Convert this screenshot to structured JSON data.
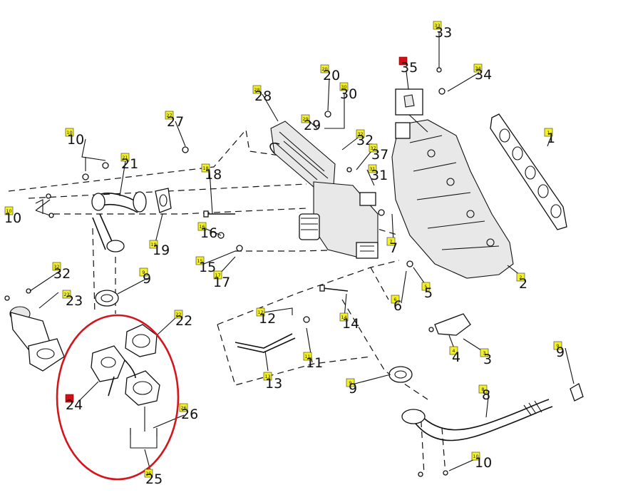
{
  "diagram": {
    "highlight_color": "#d3161c",
    "tag_color": "#f5f224",
    "watermark": "",
    "callouts": [
      {
        "id": "c1",
        "label": "1",
        "red": false
      },
      {
        "id": "c2",
        "label": "2",
        "red": false
      },
      {
        "id": "c3",
        "label": "3",
        "red": false
      },
      {
        "id": "c4",
        "label": "4",
        "red": false
      },
      {
        "id": "c5",
        "label": "5",
        "red": false
      },
      {
        "id": "c6",
        "label": "6",
        "red": false
      },
      {
        "id": "c7",
        "label": "7",
        "red": false
      },
      {
        "id": "c8",
        "label": "8",
        "red": false
      },
      {
        "id": "c9a",
        "label": "9",
        "red": false
      },
      {
        "id": "c9b",
        "label": "9",
        "red": false
      },
      {
        "id": "c9c",
        "label": "9",
        "red": false
      },
      {
        "id": "c9d",
        "label": "9",
        "red": false
      },
      {
        "id": "c10a",
        "label": "10",
        "red": false
      },
      {
        "id": "c10b",
        "label": "10",
        "red": false
      },
      {
        "id": "c10c",
        "label": "10",
        "red": false
      },
      {
        "id": "c11",
        "label": "11",
        "red": false
      },
      {
        "id": "c12",
        "label": "12",
        "red": false
      },
      {
        "id": "c13",
        "label": "13",
        "red": false
      },
      {
        "id": "c14",
        "label": "14",
        "red": false
      },
      {
        "id": "c15",
        "label": "15",
        "red": false
      },
      {
        "id": "c16",
        "label": "16",
        "red": false
      },
      {
        "id": "c17",
        "label": "17",
        "red": false
      },
      {
        "id": "c18",
        "label": "18",
        "red": false
      },
      {
        "id": "c19",
        "label": "19",
        "red": false
      },
      {
        "id": "c20",
        "label": "20",
        "red": false
      },
      {
        "id": "c21",
        "label": "21",
        "red": false
      },
      {
        "id": "c22",
        "label": "22",
        "red": false
      },
      {
        "id": "c23",
        "label": "23",
        "red": false
      },
      {
        "id": "c24",
        "label": "24",
        "red": true
      },
      {
        "id": "c25",
        "label": "25",
        "red": false
      },
      {
        "id": "c26",
        "label": "26",
        "red": false
      },
      {
        "id": "c27",
        "label": "27",
        "red": false
      },
      {
        "id": "c28",
        "label": "28",
        "red": false
      },
      {
        "id": "c29",
        "label": "29",
        "red": false
      },
      {
        "id": "c30",
        "label": "30",
        "red": false
      },
      {
        "id": "c31",
        "label": "31",
        "red": false
      },
      {
        "id": "c32a",
        "label": "32",
        "red": false
      },
      {
        "id": "c32b",
        "label": "32",
        "red": false
      },
      {
        "id": "c33",
        "label": "33",
        "red": false
      },
      {
        "id": "c34",
        "label": "34",
        "red": false
      },
      {
        "id": "c35",
        "label": "35",
        "red": true
      },
      {
        "id": "c37",
        "label": "37",
        "red": false
      }
    ]
  }
}
